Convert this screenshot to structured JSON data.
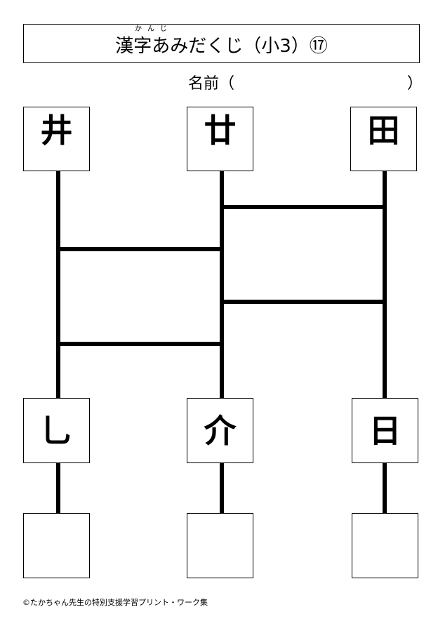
{
  "header": {
    "ruby": "かんじ",
    "title": "漢字あみだくじ（小3）⑰"
  },
  "name_field": {
    "label": "名前（",
    "close": "）"
  },
  "top_row": [
    "井",
    "廿",
    "田"
  ],
  "middle_row": [
    "乚",
    "介",
    "日"
  ],
  "bottom_row": [
    "",
    "",
    ""
  ],
  "footer": "©たかちゃん先生の特別支援学習プリント・ワーク集"
}
